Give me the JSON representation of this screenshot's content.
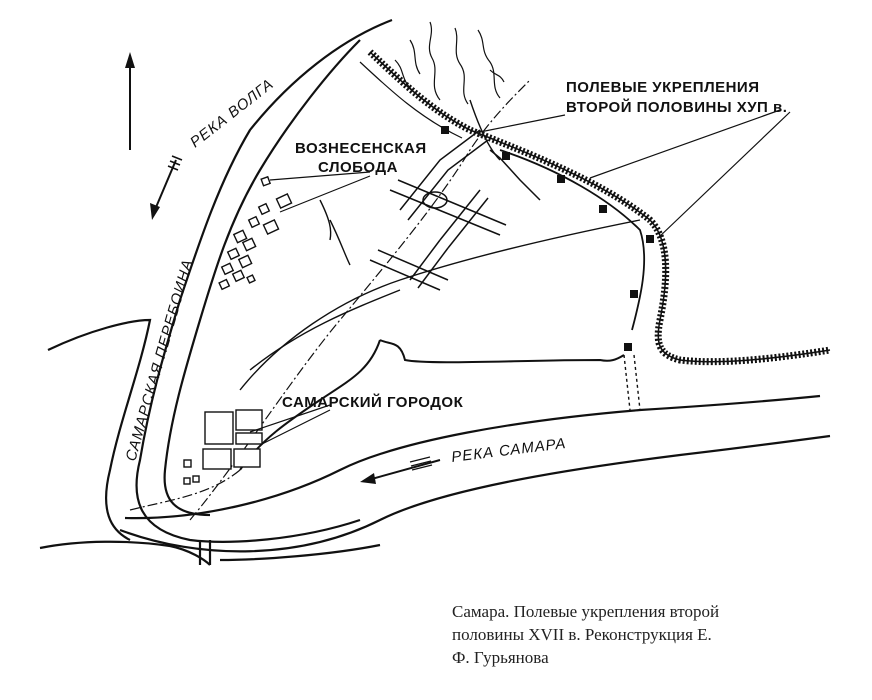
{
  "map": {
    "labels": {
      "volga": "РЕКА ВОЛГА",
      "perebоina": "САМАРСКАЯ ПЕРЕБОИНА",
      "samara_river": "РЕКА САМАРА",
      "voznesenskaya_line1": "ВОЗНЕСЕНСКАЯ",
      "voznesenskaya_line2": "СЛОБОДА",
      "gorodok": "САМАРСКИЙ ГОРОДОК",
      "fortifications_line1": "ПОЛЕВЫЕ УКРЕПЛЕНИЯ",
      "fortifications_line2": "ВТОРОЙ ПОЛОВИНЫ ХУП в."
    },
    "colors": {
      "ink": "#111111",
      "paper": "#ffffff"
    },
    "icons": {
      "north": "north-arrow-icon",
      "volga_flow": "flow-arrow-icon",
      "samara_flow": "flow-arrow-icon"
    }
  },
  "caption": {
    "line1": "Самара. Полевые укрепления второй",
    "line2": "половины XVII  в. Реконструкция Е.",
    "line3": "Ф. Гурьянова"
  }
}
